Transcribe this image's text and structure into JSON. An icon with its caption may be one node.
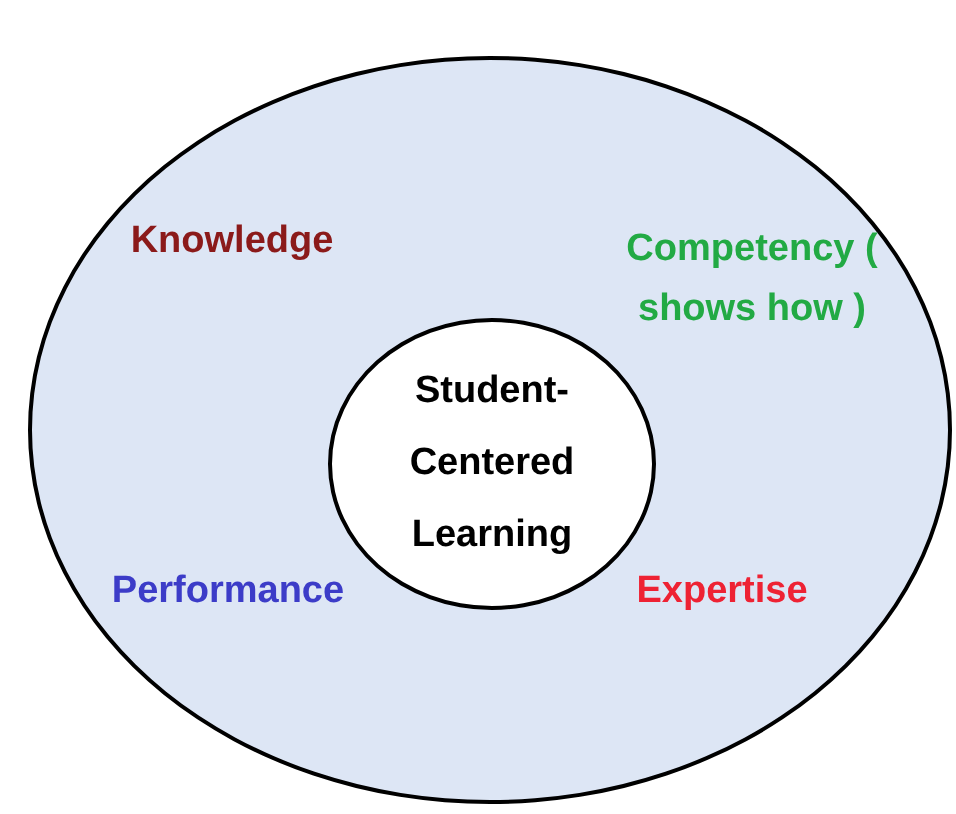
{
  "diagram": {
    "nodes": [
      {
        "text": [],
        "shape": "ellipse"
      },
      {
        "text": [
          "Student- Centered Learning"
        ],
        "in": 0
      }
    ],
    "labels": [
      "Knowledge",
      "Competency ( shows how )",
      "Performance",
      "Expertise"
    ]
  }
}
